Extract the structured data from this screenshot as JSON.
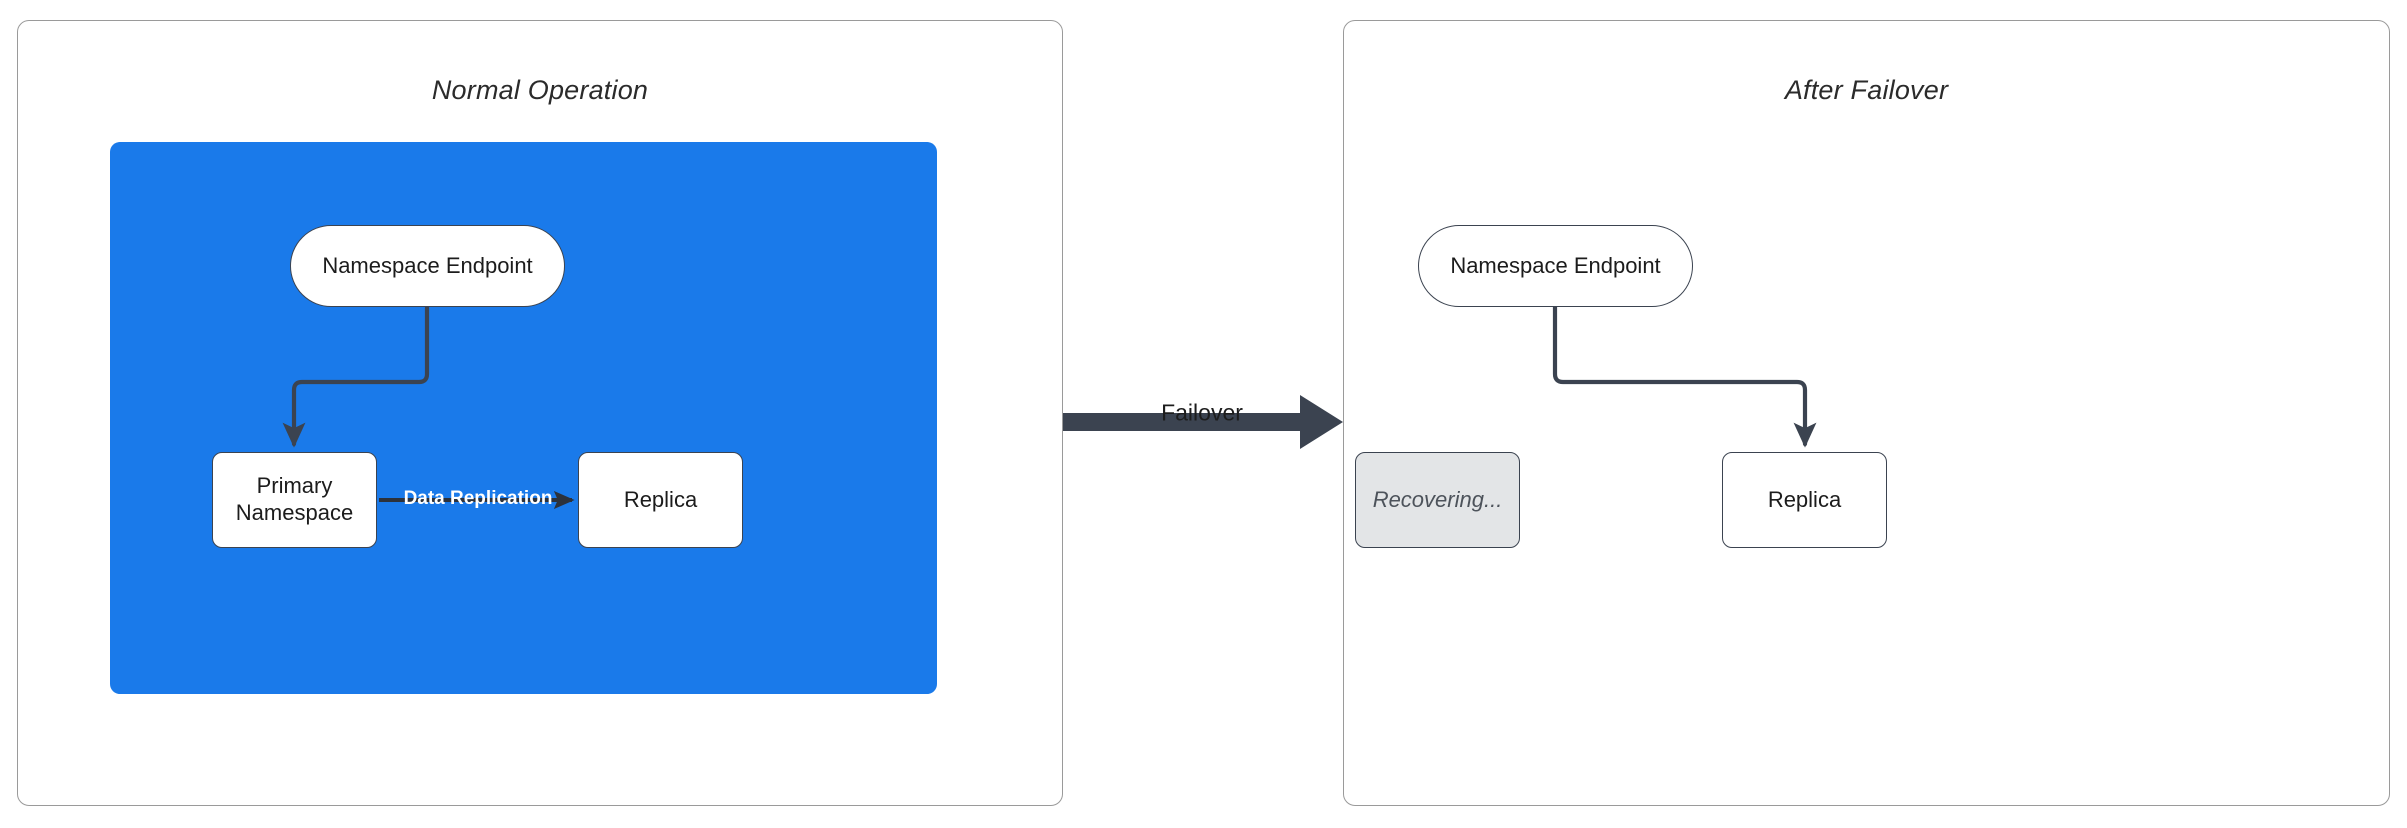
{
  "diagram": {
    "title_hidden": "",
    "colors": {
      "region_blue": "#1a7aea",
      "connector_dark": "#3b4350",
      "panel_border": "#9a9a9a",
      "node_fill": "#ffffff",
      "recovering_fill": "#e3e5e7",
      "label_white": "#ffffff",
      "text_dark": "#1c1c1c"
    },
    "panels": [
      {
        "id": "normal-operation",
        "title": "Normal Operation",
        "nodes": [
          {
            "id": "endpoint",
            "label": "Namespace Endpoint",
            "shape": "pill",
            "state": "active"
          },
          {
            "id": "primary",
            "label": "Primary Namespace",
            "line1": "Primary",
            "line2": "Namespace",
            "shape": "box",
            "state": "active"
          },
          {
            "id": "replica",
            "label": "Replica",
            "shape": "box",
            "state": "active"
          }
        ],
        "edges": [
          {
            "from": "endpoint",
            "to": "primary",
            "label": ""
          },
          {
            "from": "primary",
            "to": "replica",
            "label": "Data Replication"
          }
        ]
      },
      {
        "id": "after-failover",
        "title": "After Failover",
        "nodes": [
          {
            "id": "endpoint",
            "label": "Namespace Endpoint",
            "shape": "pill",
            "state": "active"
          },
          {
            "id": "recovering",
            "label": "Recovering...",
            "shape": "box",
            "state": "recovering"
          },
          {
            "id": "replica",
            "label": "Replica",
            "shape": "box",
            "state": "active"
          }
        ],
        "edges": [
          {
            "from": "endpoint",
            "to": "replica",
            "label": ""
          }
        ]
      }
    ],
    "transition": {
      "label": "Failover",
      "direction": "left-to-right"
    }
  }
}
